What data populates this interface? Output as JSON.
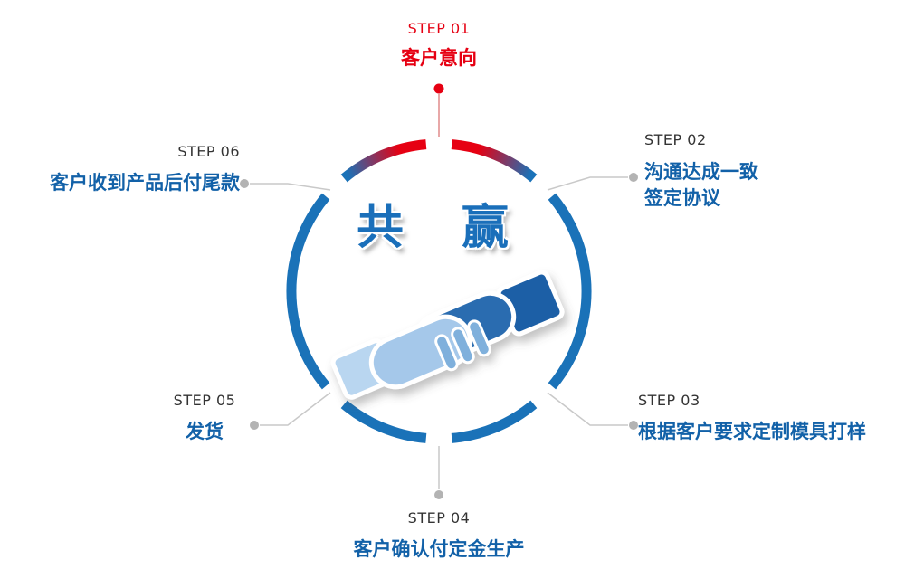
{
  "diagram": {
    "center_title": "共 赢",
    "steps": {
      "step1": {
        "label": "STEP 01",
        "title": "客户意向"
      },
      "step2": {
        "label": "STEP 02",
        "title_line1": "沟通达成一致",
        "title_line2": "签定协议"
      },
      "step3": {
        "label": "STEP 03",
        "title": "根据客户要求定制模具打样"
      },
      "step4": {
        "label": "STEP 04",
        "title": "客户确认付定金生产"
      },
      "step5": {
        "label": "STEP 05",
        "title": "发货"
      },
      "step6": {
        "label": "STEP 06",
        "title": "客户收到产品后付尾款"
      }
    },
    "icons": {
      "center_icon": "handshake-icon"
    },
    "colors": {
      "accent_red": "#e60012",
      "ring_blue": "#1a72b8",
      "title_blue": "#1261a8",
      "label_dark": "#333333",
      "dot_gray": "#b3b3b3",
      "line_gray": "#c9c9c9",
      "hand_dark_blue": "#2b6cb0",
      "hand_light_blue": "#a5c8ea"
    }
  }
}
